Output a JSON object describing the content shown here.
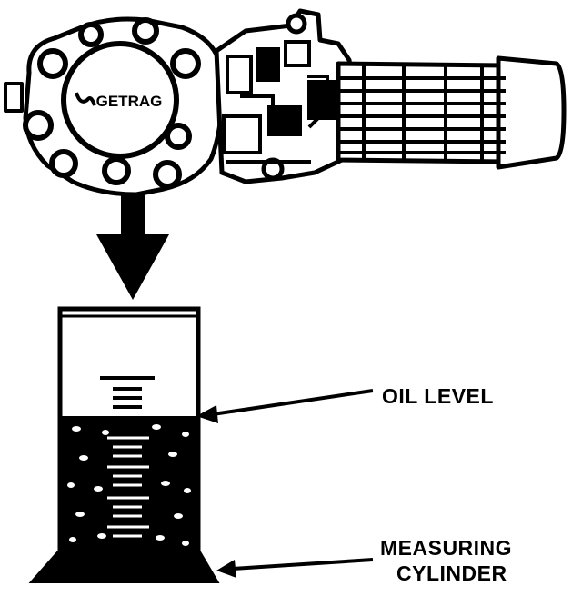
{
  "labels": {
    "oil_level": "OIL LEVEL",
    "measuring_cylinder_line1": "MEASURING",
    "measuring_cylinder_line2": "CYLINDER"
  },
  "logo_text": "GETRAG",
  "colors": {
    "ink": "#000000",
    "paper": "#ffffff"
  }
}
